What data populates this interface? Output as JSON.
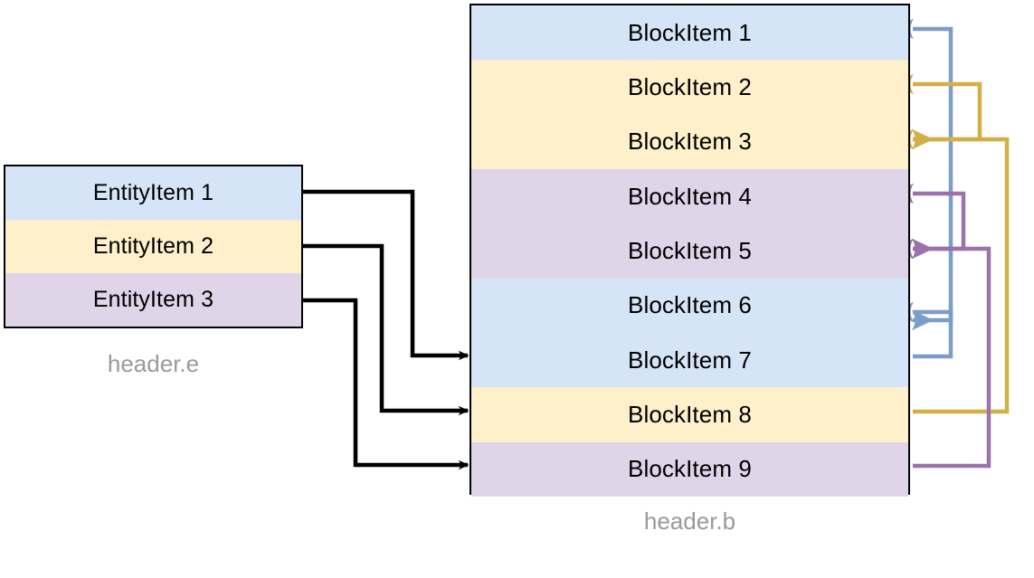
{
  "diagram": {
    "title": "Entity to Block mapping diagram",
    "background": "#ffffff",
    "palette": {
      "band_blue": "#d6e4f7",
      "band_yellow": "#fdf0ca",
      "band_purple": "#e0d5e8",
      "connector_black": "#000000",
      "connector_blue": "#7d9dc9",
      "connector_gold": "#d4af47",
      "connector_purple": "#9b72ab",
      "caption_gray": "#999999",
      "border_black": "#000000"
    }
  },
  "entity_box": {
    "caption": "header.e",
    "rows": [
      {
        "label": "EntityItem 1",
        "color": "#d6e4f7",
        "group": "blue"
      },
      {
        "label": "EntityItem 2",
        "color": "#fdf0ca",
        "group": "yellow"
      },
      {
        "label": "EntityItem 3",
        "color": "#e0d5e8",
        "group": "purple"
      }
    ]
  },
  "block_box": {
    "caption": "header.b",
    "rows": [
      {
        "label": "BlockItem 1",
        "color": "#d6e4f7",
        "group": "blue"
      },
      {
        "label": "BlockItem 2",
        "color": "#fdf0ca",
        "group": "yellow"
      },
      {
        "label": "BlockItem 3",
        "color": "#fdf0ca",
        "group": "yellow"
      },
      {
        "label": "BlockItem 4",
        "color": "#e0d5e8",
        "group": "purple"
      },
      {
        "label": "BlockItem 5",
        "color": "#e0d5e8",
        "group": "purple"
      },
      {
        "label": "BlockItem 6",
        "color": "#d6e4f7",
        "group": "blue"
      },
      {
        "label": "BlockItem 7",
        "color": "#d6e4f7",
        "group": "blue"
      },
      {
        "label": "BlockItem 8",
        "color": "#fdf0ca",
        "group": "yellow"
      },
      {
        "label": "BlockItem 9",
        "color": "#e0d5e8",
        "group": "purple"
      }
    ]
  },
  "connections_left": [
    {
      "from": "EntityItem 1",
      "to": "BlockItem 7",
      "color": "#000000"
    },
    {
      "from": "EntityItem 2",
      "to": "BlockItem 8",
      "color": "#000000"
    },
    {
      "from": "EntityItem 3",
      "to": "BlockItem 9",
      "color": "#000000"
    }
  ],
  "connections_right": [
    {
      "to": "BlockItem 1",
      "color": "#7d9dc9",
      "group": "blue"
    },
    {
      "to": "BlockItem 2",
      "color": "#d4af47",
      "group": "yellow"
    },
    {
      "to": "BlockItem 3",
      "color": "#d4af47",
      "group": "yellow"
    },
    {
      "to": "BlockItem 4",
      "color": "#9b72ab",
      "group": "purple"
    },
    {
      "to": "BlockItem 5",
      "color": "#9b72ab",
      "group": "purple"
    },
    {
      "to": "BlockItem 6",
      "color": "#7d9dc9",
      "group": "blue"
    }
  ]
}
